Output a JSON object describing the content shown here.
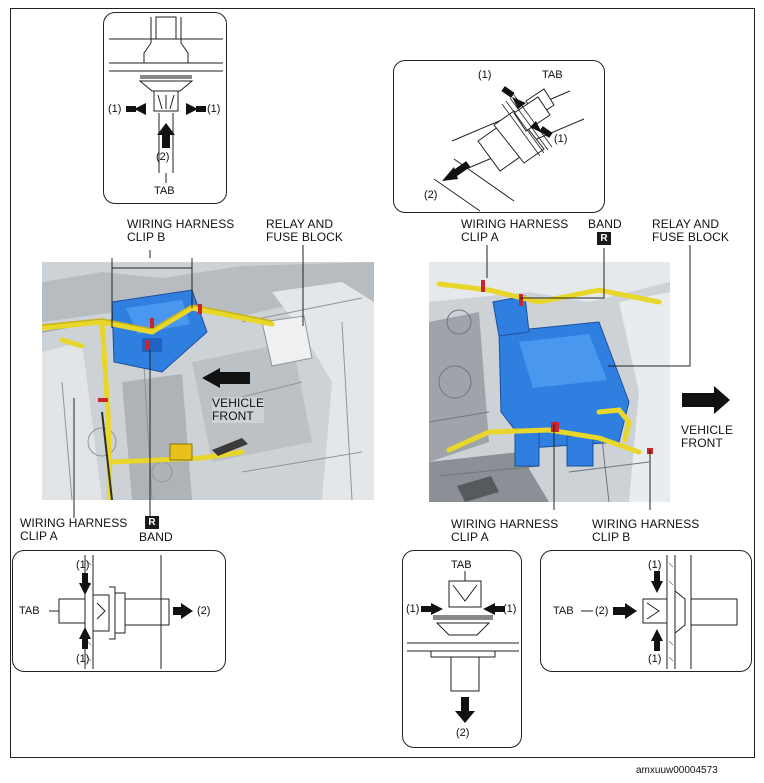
{
  "labels": {
    "left_clip_b": [
      "WIRING HARNESS",
      "CLIP B"
    ],
    "left_relay": [
      "RELAY AND",
      "FUSE BLOCK"
    ],
    "left_vehicle_front": [
      "VEHICLE",
      "FRONT"
    ],
    "left_clip_a": [
      "WIRING HARNESS",
      "CLIP A"
    ],
    "left_band": "BAND",
    "right_clip_a_top": [
      "WIRING HARNESS",
      "CLIP A"
    ],
    "right_band": "BAND",
    "right_relay": [
      "RELAY AND",
      "FUSE BLOCK"
    ],
    "right_vehicle_front": [
      "VEHICLE",
      "FRONT"
    ],
    "right_clip_a_bottom": [
      "WIRING HARNESS",
      "CLIP A"
    ],
    "right_clip_b": [
      "WIRING HARNESS",
      "CLIP B"
    ]
  },
  "badge_letter": "R",
  "insets": {
    "top_left": {
      "tab": "TAB",
      "push": "(1)",
      "pull": "(2)"
    },
    "top_right": {
      "tab": "TAB",
      "push": "(1)",
      "pull": "(2)"
    },
    "bottom_left": {
      "tab": "TAB",
      "push": "(1)",
      "pull": "(2)"
    },
    "bottom_middle": {
      "tab": "TAB",
      "push": "(1)",
      "pull": "(2)"
    },
    "bottom_right": {
      "tab": "TAB",
      "push": "(1)",
      "pull": "(2)"
    }
  },
  "figure_code": "amxuuw00004573",
  "colors": {
    "fuse_block": "#2f7fe0",
    "harness": "#e8d62a",
    "band": "#c8262a",
    "engine_bay": "#cdd2d6"
  }
}
